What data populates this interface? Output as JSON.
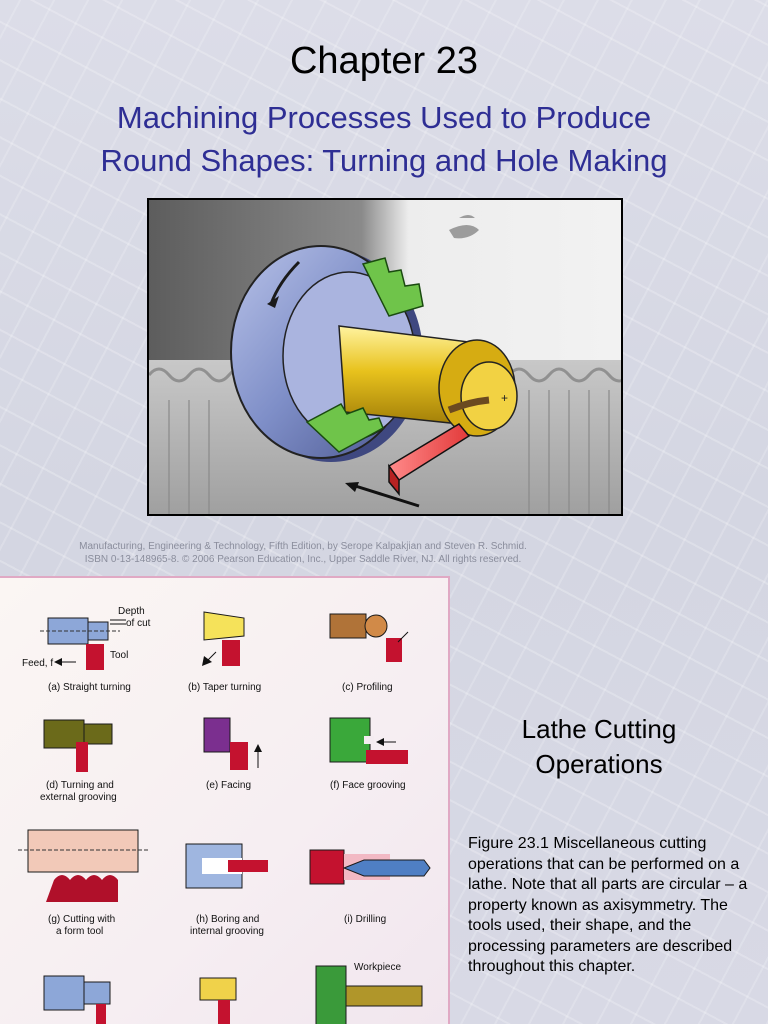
{
  "slide1": {
    "title": "Chapter 23",
    "subtitle_line1": "Machining Processes Used to Produce",
    "subtitle_line2": "Round Shapes:  Turning and Hole Making",
    "credit_line1": "Manufacturing, Engineering & Technology, Fifth Edition, by Serope Kalpakjian and Steven R. Schmid.",
    "credit_line2": "ISBN 0-13-148965-8. © 2006 Pearson Education, Inc., Upper Saddle River, NJ.  All rights reserved."
  },
  "slide2": {
    "title_line1": "Lathe Cutting",
    "title_line2": "Operations",
    "caption": "Figure 23.1  Miscellaneous cutting operations that can be performed on a lathe.  Note that all parts are circular – a property known as axisymmetry.  The tools used, their shape, and the processing parameters are described throughout this chapter.",
    "figure": {
      "depth_of_cut_1": "Depth",
      "depth_of_cut_2": "of cut",
      "tool": "Tool",
      "feed": "Feed, f",
      "workpiece": "Workpiece",
      "labels": {
        "a": "(a) Straight turning",
        "b": "(b) Taper turning",
        "c": "(c) Profiling",
        "d1": "(d) Turning and",
        "d2": "external grooving",
        "e": "(e) Facing",
        "f": "(f) Face grooving",
        "g1": "(g) Cutting with",
        "g2": "a form tool",
        "h1": "(h) Boring and",
        "h2": "internal grooving",
        "i": "(i) Drilling"
      }
    }
  },
  "colors": {
    "title_blue": "#2e2e94",
    "tool_red": "#c4122f",
    "chuck_blue": "#7f8fc8",
    "workpiece_gold": "#e8c21d",
    "jaw_green": "#5cb534"
  }
}
